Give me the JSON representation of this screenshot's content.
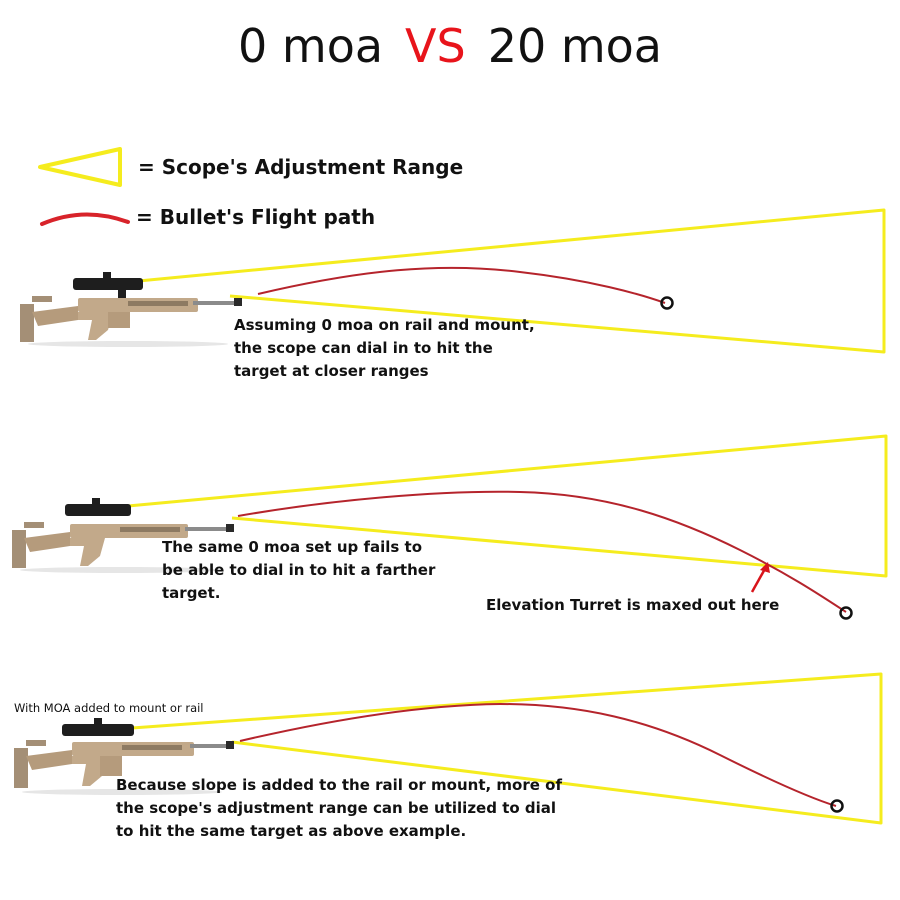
{
  "title": {
    "left": "0 moa",
    "vs": "VS",
    "right": "20 moa",
    "vs_color": "#e8141b"
  },
  "legend": [
    {
      "icon": "yellow-triangle-icon",
      "label": "= Scope's Adjustment Range",
      "color": "#f5ec1e"
    },
    {
      "icon": "red-curve-icon",
      "label": "= Bullet's Flight path",
      "color": "#d8232a"
    }
  ],
  "panels": [
    {
      "id": "zero-moa-close",
      "caption_lines": [
        "Assuming  0 moa on rail and mount,",
        "the scope can dial in to hit the",
        "target at closer ranges"
      ]
    },
    {
      "id": "zero-moa-far",
      "caption_lines": [
        "The same 0 moa set up fails to",
        "be able to dial in to hit a farther",
        "target."
      ],
      "annotation": "Elevation Turret is maxed out here"
    },
    {
      "id": "twenty-moa-far",
      "header": "With MOA added to mount or rail",
      "caption_lines": [
        "Because slope is added to the rail or mount, more of",
        "the scope's adjustment range can be utilized to dial",
        "to hit the same target as above example."
      ]
    }
  ],
  "colors": {
    "scope_range": "#f5ec1e",
    "flight_path": "#b5242c",
    "target": "#111111",
    "arrow": "#d8141b",
    "rifle_tan": "#c2a98a",
    "rifle_dark": "#2a2a2a"
  }
}
